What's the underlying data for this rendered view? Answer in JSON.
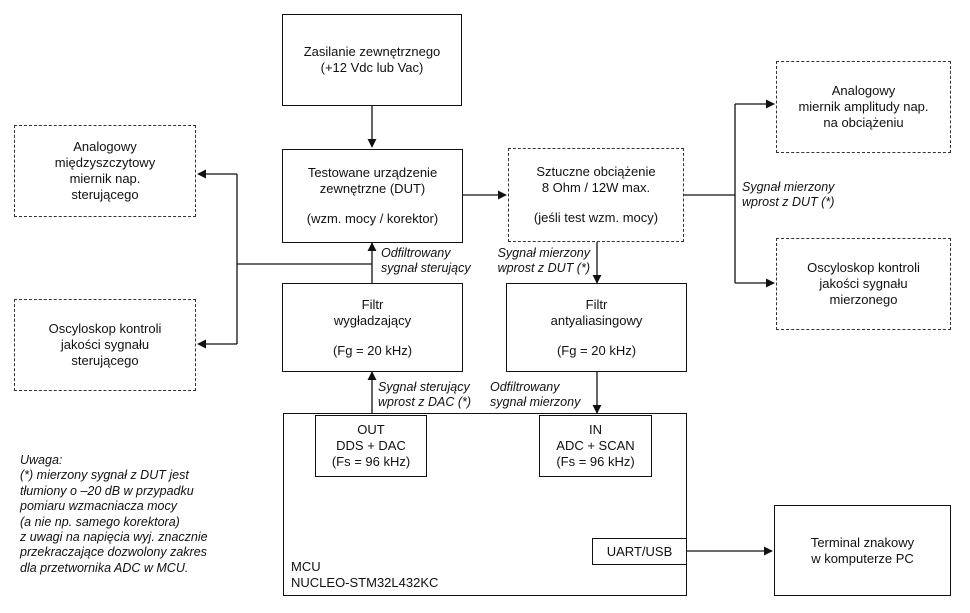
{
  "blocks": {
    "power": {
      "line1": "Zasilanie zewnętrznego",
      "line2": "(+12 Vdc lub Vac)"
    },
    "dut": {
      "line1": "Testowane urządzenie",
      "line2": "zewnętrzne (DUT)",
      "line3": "(wzm. mocy / korektor)"
    },
    "load": {
      "line1": "Sztuczne obciążenie",
      "line2": "8 Ohm / 12W max.",
      "line3": "(jeśli test wzm. mocy)"
    },
    "meter_out": {
      "line1": "Analogowy",
      "line2": "miernik amplitudy nap.",
      "line3": "na obciążeniu"
    },
    "scope_out": {
      "line1": "Oscyloskop kontroli",
      "line2": "jakości sygnału",
      "line3": "mierzonego"
    },
    "meter_ctrl": {
      "line1": "Analogowy",
      "line2": "międzyszczytowy",
      "line3": "miernik nap.",
      "line4": "sterującego"
    },
    "scope_ctrl": {
      "line1": "Oscyloskop kontroli",
      "line2": "jakości sygnału",
      "line3": "sterującego"
    },
    "smoothing_filter": {
      "line1": "Filtr",
      "line2": "wygładzający",
      "line3": "(Fg = 20 kHz)"
    },
    "aa_filter": {
      "line1": "Filtr",
      "line2": "antyaliasingowy",
      "line3": "(Fg = 20 kHz)"
    },
    "out_dac": {
      "line1": "OUT",
      "line2": "DDS + DAC",
      "line3": "(Fs = 96 kHz)"
    },
    "in_adc": {
      "line1": "IN",
      "line2": "ADC + SCAN",
      "line3": "(Fs = 96 kHz)"
    },
    "uart": {
      "line1": "UART/USB"
    },
    "terminal": {
      "line1": "Terminal znakowy",
      "line2": "w komputerze PC"
    },
    "mcu": {
      "line1": "MCU",
      "line2": "NUCLEO-STM32L432KC"
    }
  },
  "labels": {
    "filtered_ctrl": {
      "line1": "Odfiltrowany",
      "line2": "sygnał sterujący"
    },
    "measured_direct_a": {
      "line1": "Sygnał mierzony",
      "line2": "wprost z DUT (*)"
    },
    "measured_direct_b": {
      "line1": "Sygnał mierzony",
      "line2": "wprost z DUT (*)"
    },
    "ctrl_direct_dac": {
      "line1": "Sygnał sterujący",
      "line2": "wprost z DAC (*)"
    },
    "filtered_measured": {
      "line1": "Odfiltrowany",
      "line2": "sygnał mierzony"
    }
  },
  "note": {
    "lines": [
      "Uwaga:",
      "(*) mierzony sygnał z DUT jest",
      "tłumiony o –20 dB w przypadku",
      "pomiaru wzmacniacza mocy",
      "(a nie np. samego korektora)",
      "z uwagi na napięcia wyj. znacznie",
      "przekraczające dozwolony zakres",
      "dla przetwornika ADC w MCU."
    ]
  }
}
